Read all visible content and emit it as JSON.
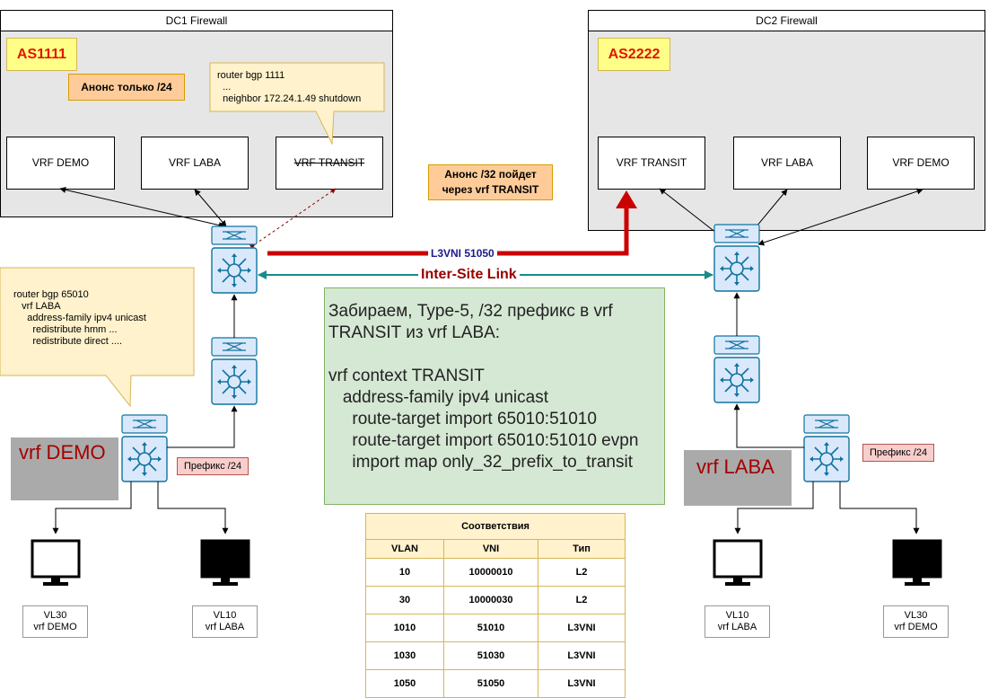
{
  "dc1": {
    "title": "DC1 Firewall",
    "as": "AS1111",
    "announce": "Анонс только /24",
    "bgp_note": "router bgp 1111\n  ...\n  neighbor 172.24.1.49 shutdown",
    "vrfs": [
      "VRF DEMO",
      "VRF LABA",
      "VRF TRANSIT"
    ]
  },
  "dc2": {
    "title": "DC2 Firewall",
    "as": "AS2222",
    "vrfs": [
      "VRF TRANSIT",
      "VRF LABA",
      "VRF DEMO"
    ]
  },
  "announce_32": "Анонс /32 пойдет\nчерез vrf TRANSIT",
  "l3vni_label": "L3VNI 51050",
  "inter_site_label": "Inter-Site Link",
  "left_bgp_note": "router bgp 65010\n   vrf LABA\n     address-family ipv4 unicast\n       redistribute hmm ...\n       redistribute direct ....",
  "green_note": "Забираем, Type-5, /32 префикс в vrf\nTRANSIT из vrf LABA:\n\nvrf context TRANSIT\n   address-family ipv4 unicast\n     route-target import 65010:51010\n     route-target import 65010:51010 evpn\n     import map only_32_prefix_to_transit",
  "left_site": {
    "vrf_label": "vrf DEMO",
    "prefix": "Префикс /24",
    "hosts": [
      {
        "line1": "VL30",
        "line2": "vrf DEMO"
      },
      {
        "line1": "VL10",
        "line2": "vrf LABA"
      }
    ]
  },
  "right_site": {
    "vrf_label": "vrf LABA",
    "prefix": "Префикс /24",
    "hosts": [
      {
        "line1": "VL10",
        "line2": "vrf LABA"
      },
      {
        "line1": "VL30",
        "line2": "vrf DEMO"
      }
    ]
  },
  "mapping_table": {
    "title": "Соответствия",
    "headers": [
      "VLAN",
      "VNI",
      "Тип"
    ],
    "rows": [
      [
        "10",
        "10000010",
        "L2"
      ],
      [
        "30",
        "10000030",
        "L2"
      ],
      [
        "1010",
        "51010",
        "L3VNI"
      ],
      [
        "1030",
        "51030",
        "L3VNI"
      ],
      [
        "1050",
        "51050",
        "L3VNI"
      ]
    ]
  },
  "colors": {
    "red_arrow": "#cc0000",
    "teal_link": "#1a8a8a",
    "label_dark_red": "#990000",
    "switch_fill": "#dae8fc",
    "switch_stroke": "#10739e"
  }
}
